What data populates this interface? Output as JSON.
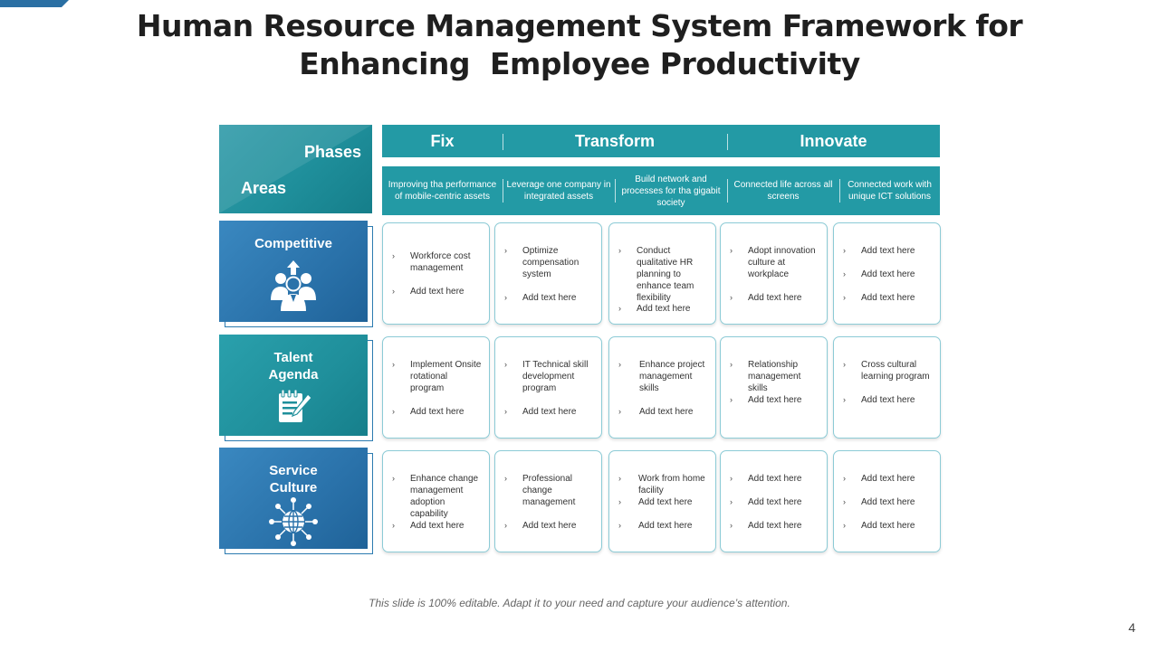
{
  "title": {
    "line1": "Human Resource Management System Framework for",
    "line2": "Enhancing  Employee Productivity"
  },
  "header": {
    "phases_label": "Phases",
    "areas_label": "Areas",
    "phases": [
      "Fix",
      "Transform",
      "Innovate"
    ],
    "descriptions": [
      "Improving tha performance of mobile-centric assets",
      "Leverage one company in integrated assets",
      "Build network and processes for tha gigabit society",
      "Connected life across all screens",
      "Connected work with unique ICT solutions"
    ]
  },
  "areas": [
    {
      "title": "Competitive",
      "icon": "team-growth-icon"
    },
    {
      "title": "Talent\nAgenda",
      "icon": "notepad-pen-icon"
    },
    {
      "title": "Service\nCulture",
      "icon": "globe-network-icon"
    }
  ],
  "bullet_marker": "›",
  "rows": [
    [
      [
        "Workforce cost management",
        "Add text here"
      ],
      [
        "Optimize compensation system",
        "Add text here"
      ],
      [
        "Conduct qualitative HR planning to enhance team flexibility",
        "Add text here"
      ],
      [
        "Adopt innovation culture at workplace",
        "Add text here"
      ],
      [
        "Add text here",
        "Add text here",
        "Add text here"
      ]
    ],
    [
      [
        "Implement Onsite rotational program",
        "Add text here"
      ],
      [
        "IT Technical skill development program",
        "Add text here"
      ],
      [
        "Enhance project management skills",
        "Add text here"
      ],
      [
        "Relationship management skills",
        "Add text here"
      ],
      [
        "Cross cultural learning program",
        "Add text here"
      ]
    ],
    [
      [
        "Enhance change management adoption capability",
        "Add text here"
      ],
      [
        "Professional change management",
        "Add text here"
      ],
      [
        "Work from home facility",
        "Add text here",
        "Add text here"
      ],
      [
        "Add text here",
        "Add text here",
        "Add text here"
      ],
      [
        "Add text here",
        "Add text here",
        "Add text here"
      ]
    ]
  ],
  "footer": "This slide is 100% editable. Adapt it to your need and capture your audience’s attention.",
  "page_number": "4",
  "colors": {
    "teal": "#239aa5",
    "blue": "#2a72aa",
    "cell_border": "#8ccbd6"
  }
}
